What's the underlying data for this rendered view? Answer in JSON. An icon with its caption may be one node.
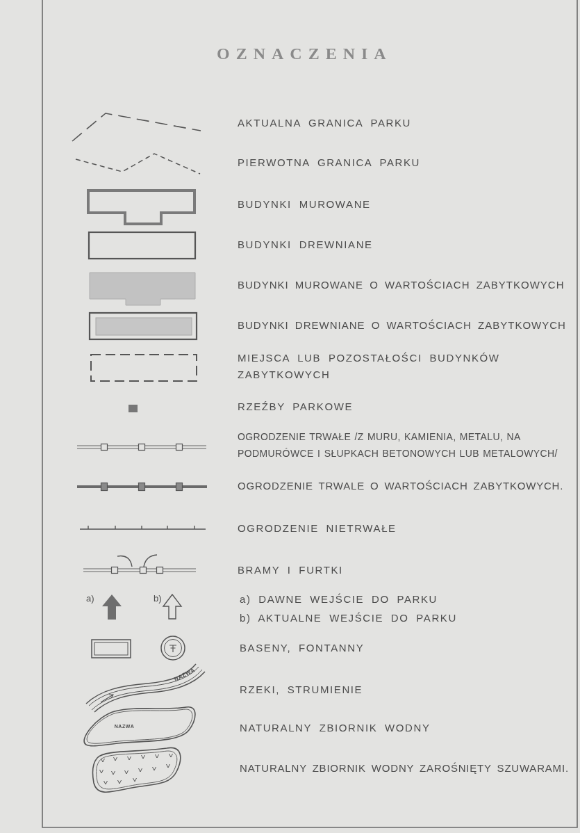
{
  "diagram": {
    "title": "OZNACZENIA",
    "labels": [
      "a)",
      "b)",
      "NAZWA",
      "NAZWA"
    ],
    "legend": [
      {
        "text": "AKTUALNA GRANICA PARKU"
      },
      {
        "text": "PIERWOTNA GRANICA PARKU"
      },
      {
        "text": "BUDYNKI MUROWANE"
      },
      {
        "text": "BUDYNKI DREWNIANE"
      },
      {
        "text": "BUDYNKI MUROWANE O WARTOŚCIACH ZABYTKOWYCH"
      },
      {
        "text": "BUDYNKI DREWNIANE O WARTOŚCIACH ZABYTKOWYCH"
      },
      {
        "text": "MIEJSCA LUB POZOSTAŁOŚCI BUDYNKÓW ZABYTKOWYCH"
      },
      {
        "text": "RZEŹBY PARKOWE"
      },
      {
        "text": "OGRODZENIE TRWAŁE /Z MURU, KAMIENIA, METALU, NA PODMURÓWCE I SŁUPKACH BETONOWYCH LUB METALOWYCH/"
      },
      {
        "text": "OGRODZENIE TRWALE O WARTOŚCIACH ZABYTKOWYCH."
      },
      {
        "text": "OGRODZENIE NIETRWAŁE"
      },
      {
        "text": "BRAMY I FURTKI"
      },
      {
        "text": "a) DAWNE WEJŚCIE DO PARKU"
      },
      {
        "text": "b) AKTUALNE WEJŚCIE DO PARKU"
      },
      {
        "text": "BASENY, FONTANNY"
      },
      {
        "text": "RZEKI, STRUMIENIE"
      },
      {
        "text": "NATURALNY ZBIORNIK WODNY"
      },
      {
        "text": "NATURALNY ZBIORNIK WODNY ZAROŚNIĘTY SZUWARAMI."
      }
    ]
  }
}
